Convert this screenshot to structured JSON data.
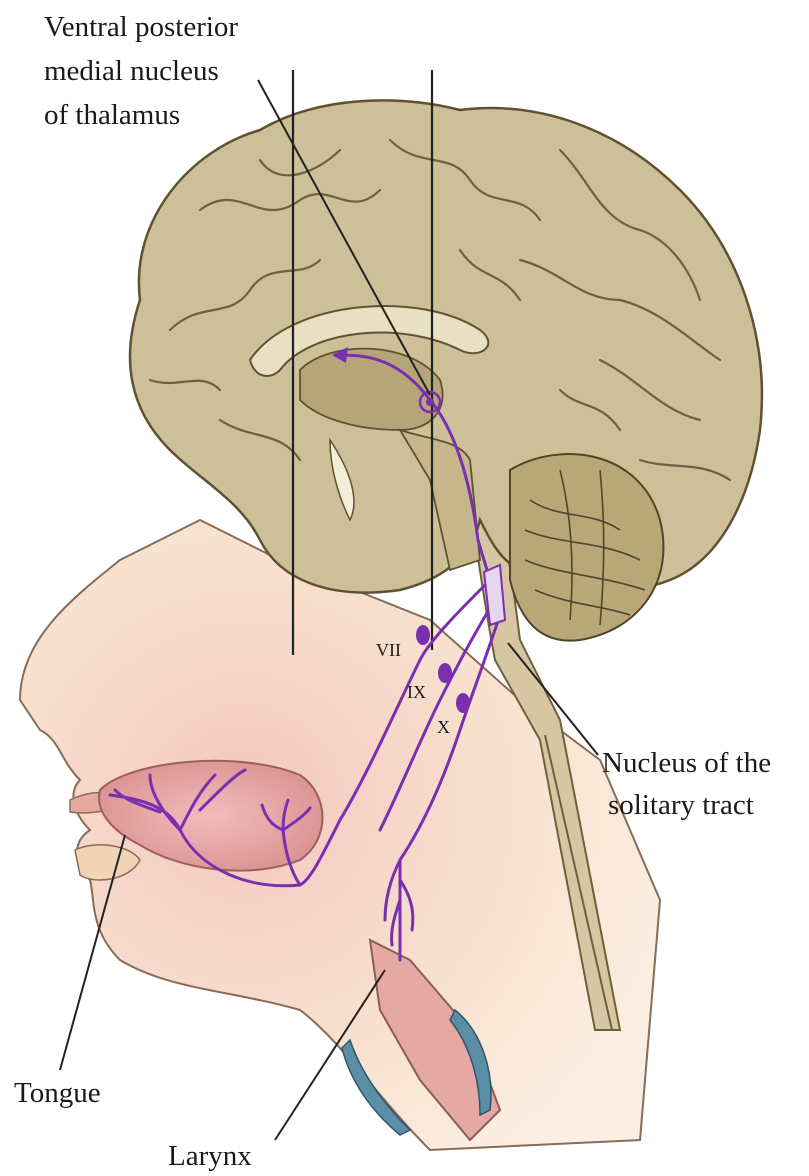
{
  "labels": {
    "vpm_line1": "Ventral posterior",
    "vpm_line2": "medial nucleus",
    "vpm_line3": "of thalamus",
    "nts_line1": "Nucleus of the",
    "nts_line2": "solitary tract",
    "tongue": "Tongue",
    "larynx": "Larynx",
    "nerve_vii": "VII",
    "nerve_ix": "IX",
    "nerve_x": "X"
  },
  "colors": {
    "brain": "#cdbf98",
    "brain_dark": "#8e7f57",
    "pathway": "#7a2fb0",
    "skin": "#f6ddc4",
    "tongue": "#e9a9a9",
    "blood": "#5b8fa6"
  }
}
